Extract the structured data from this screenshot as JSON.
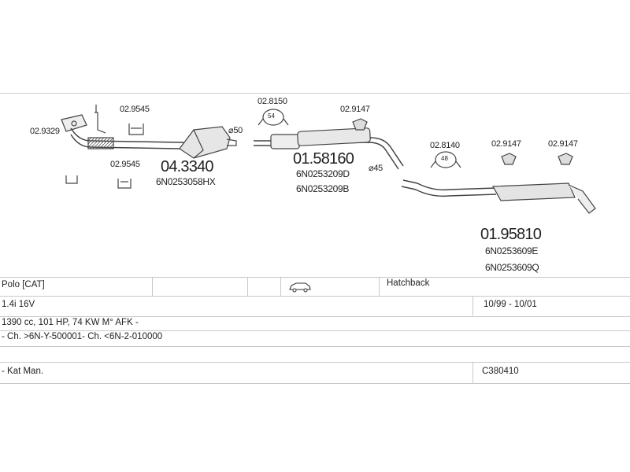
{
  "diagram": {
    "small_codes": {
      "c1": "02.9329",
      "c2": "02.9545",
      "c3": "02.9545",
      "c4": "02.8150",
      "c5": "02.9147",
      "c6": "02.8140",
      "c7": "02.9147",
      "c8": "02.9147"
    },
    "parts": {
      "p1": {
        "code": "04.3340",
        "oem": [
          "6N0253058HX"
        ]
      },
      "p2": {
        "code": "01.58160",
        "oem": [
          "6N0253209D",
          "6N0253209B"
        ]
      },
      "p3": {
        "code": "01.95810",
        "oem": [
          "6N0253609E",
          "6N0253609Q"
        ]
      }
    },
    "diameters": {
      "d1": "⌀50",
      "d2": "⌀45"
    },
    "clamp_labels": {
      "k1": "54",
      "k2": "48"
    }
  },
  "table": {
    "model": "Polo  [CAT]",
    "body_icon": "car-icon",
    "body_type": "Hatchback",
    "engine": "1.4i 16V",
    "years": "10/99 - 10/01",
    "specs": "1390 cc, 101 HP, 74 KW M° AFK -",
    "chassis": "- Ch. >6N-Y-500001- Ch. <6N-2-010000",
    "note": "- Kat Man.",
    "ref": "C380410"
  }
}
